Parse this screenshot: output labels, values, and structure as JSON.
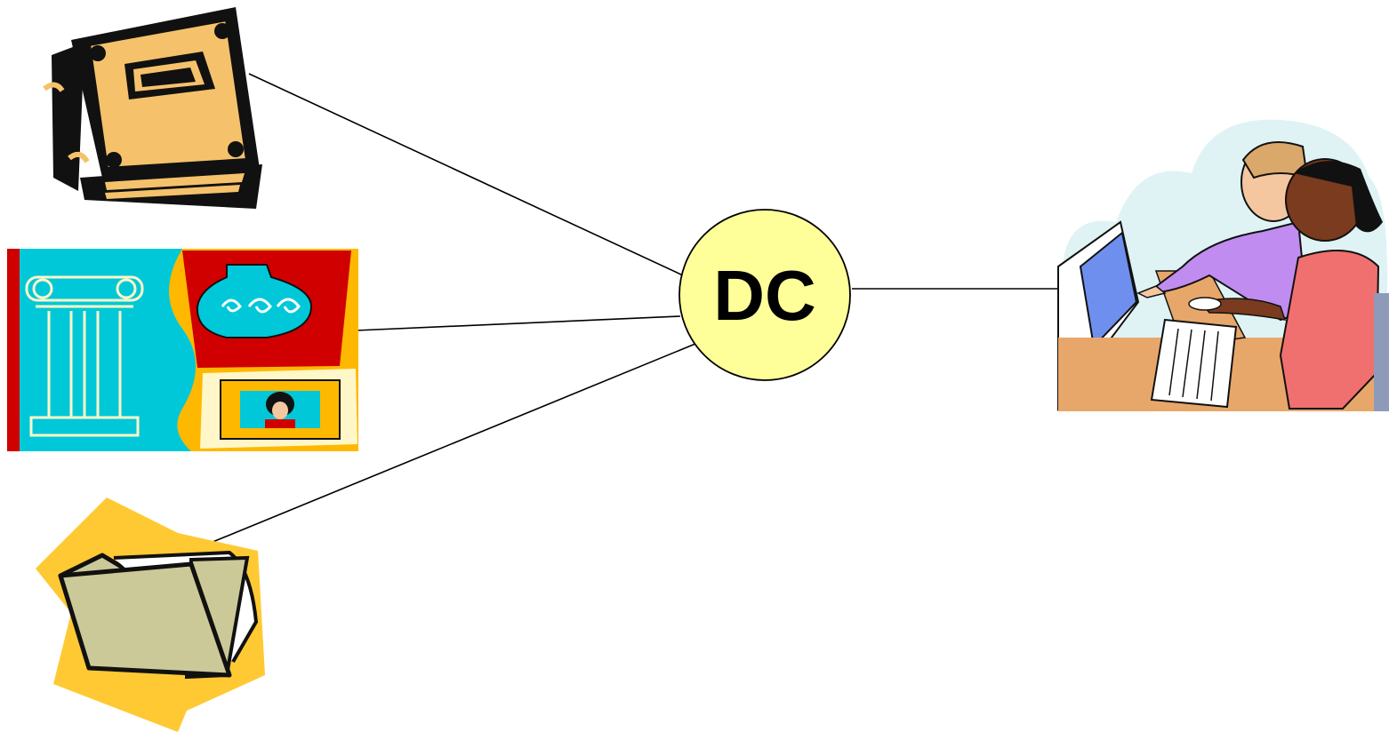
{
  "hub": {
    "label": "DC",
    "fill": "#FFFF99"
  },
  "sources": [
    {
      "name": "book",
      "icon": "book-icon"
    },
    {
      "name": "museum",
      "icon": "museum-collage-icon"
    },
    {
      "name": "folder",
      "icon": "folder-icon"
    }
  ],
  "users": {
    "icon": "people-at-computer-icon"
  },
  "colors": {
    "line": "#000000",
    "book": "#F5C26B",
    "teal": "#00C8D8",
    "red": "#D00000",
    "gold": "#FFB800",
    "folder": "#CCC999",
    "cloud": "#DFF3F5",
    "monitor": "#6F8FEF",
    "desk": "#E8A76A"
  }
}
